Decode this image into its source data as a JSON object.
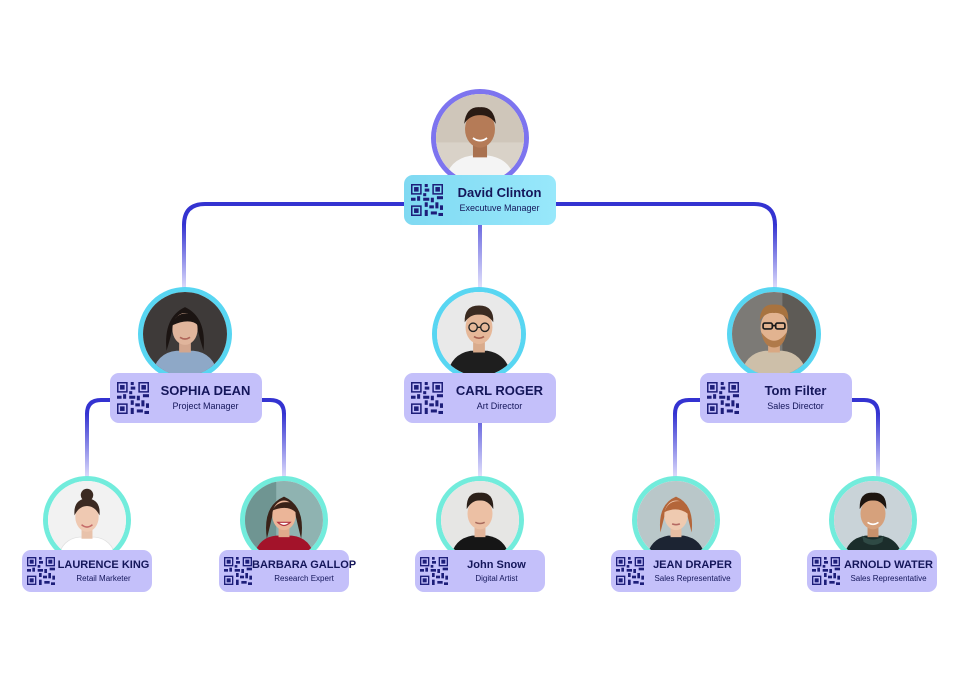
{
  "colors": {
    "connector_solid": "#3433d1",
    "connector_fade": "#d8d7fb",
    "top_card": "#8fe2f8",
    "card": "#c4c0fa",
    "top_ring": "#7d74ef",
    "mid_ring": "#58d6f2",
    "leaf_ring": "#72ecdc",
    "text": "#14165a",
    "qr": "#1d1e7a"
  },
  "org": {
    "root": {
      "name": "David Clinton",
      "role": "Executuve Manager"
    },
    "managers": [
      {
        "name": "SOPHIA DEAN",
        "role": "Project Manager"
      },
      {
        "name": "CARL ROGER",
        "role": "Art Director"
      },
      {
        "name": "Tom Filter",
        "role": "Sales Director"
      }
    ],
    "staff": [
      {
        "name": "LAURENCE KING",
        "role": "Retail Marketer"
      },
      {
        "name": "BARBARA GALLOP",
        "role": "Research Expert"
      },
      {
        "name": "John Snow",
        "role": "Digital Artist"
      },
      {
        "name": "JEAN DRAPER",
        "role": "Sales Representative"
      },
      {
        "name": "ARNOLD WATER",
        "role": "Sales Representative"
      }
    ]
  }
}
